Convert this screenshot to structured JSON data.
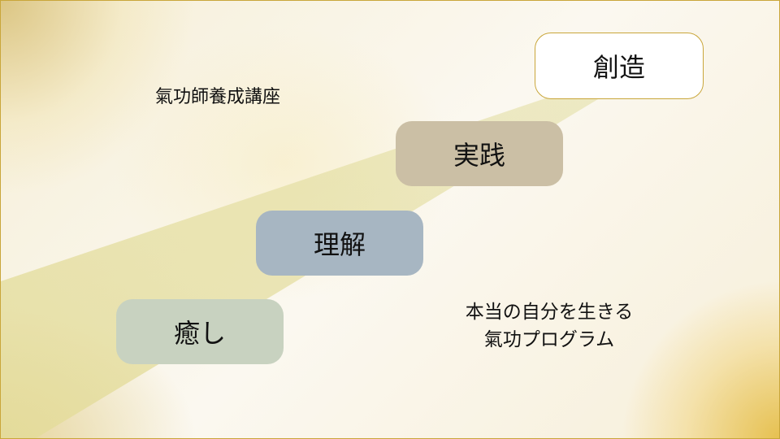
{
  "title": "氣功師養成講座",
  "steps": {
    "healing": "癒し",
    "understanding": "理解",
    "practice": "実践",
    "creation": "創造"
  },
  "tagline": {
    "line1": "本当の自分を生きる",
    "line2": "氣功プログラム"
  },
  "colors": {
    "healing": "#c8d2c0",
    "understanding": "#a7b6c2",
    "practice": "#cbbfa5",
    "creation": "#ffffff",
    "beam": "#e2dda0"
  }
}
